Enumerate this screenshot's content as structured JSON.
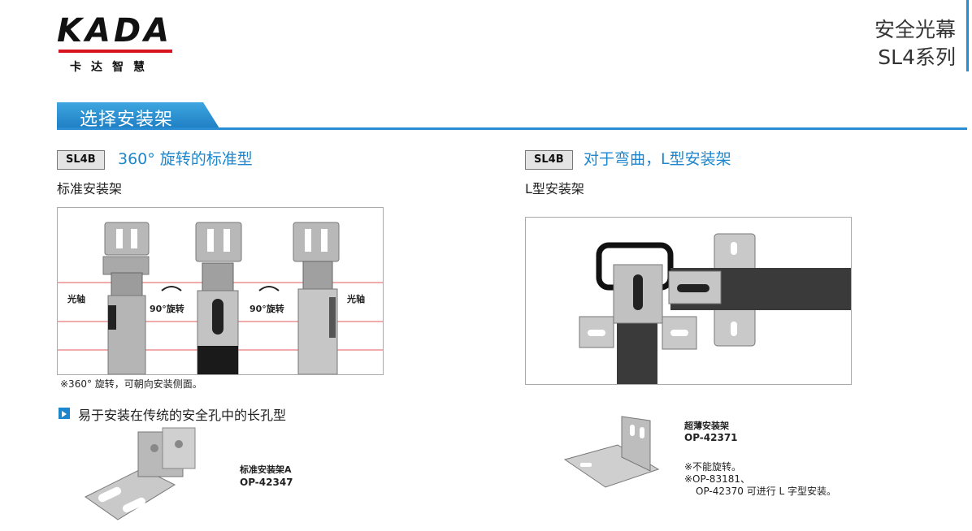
{
  "logo": {
    "wordmark": "KADA",
    "chinese": "卡达智慧"
  },
  "header": {
    "line1": "安全光幕",
    "line2": "SL4系列"
  },
  "section": {
    "title": "选择安装架"
  },
  "left": {
    "badge": "SL4B",
    "title": "360° 旋转的标准型",
    "subtitle": "标准安装架",
    "label_axis_left": "光轴",
    "label_axis_right": "光轴",
    "label_rotate1": "90°旋转",
    "label_rotate2": "90°旋转",
    "note": "※360° 旋转，可朝向安装侧面。",
    "bullet_text": "易于安装在传统的安全孔中的长孔型",
    "product_name": "标准安装架A",
    "product_code": "OP-42347"
  },
  "right": {
    "badge": "SL4B",
    "title": "对于弯曲，L型安装架",
    "subtitle": "L型安装架",
    "product_name": "超薄安装架",
    "product_code": "OP-42371",
    "note1": "※不能旋转。",
    "note2": "※OP-83181、",
    "note3": "OP-42370 可进行 L 字型安装。"
  },
  "colors": {
    "accent_blue": "#1e86cc",
    "logo_red": "#d8141e",
    "axis_line": "#e05a5a"
  }
}
